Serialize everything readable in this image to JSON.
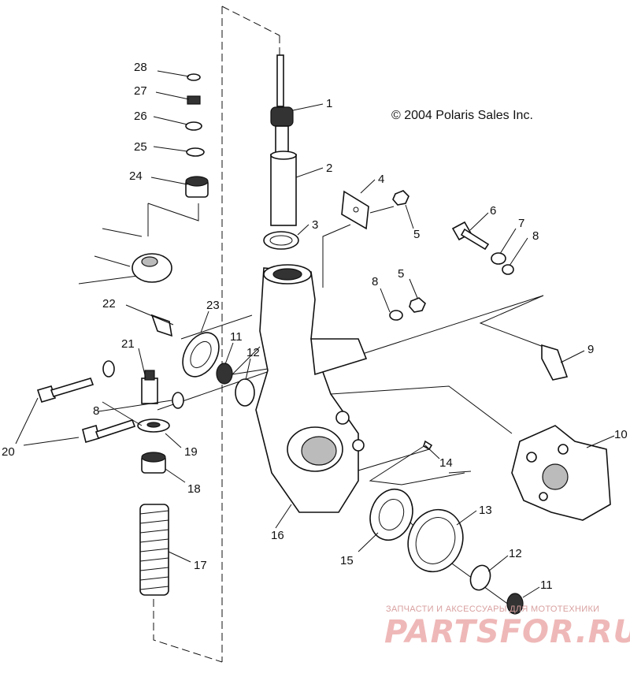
{
  "copyright": "© 2004 Polaris Sales Inc.",
  "watermark": {
    "subtitle": "ЗАПЧАСТИ И АКСЕССУАРЫ ДЛЯ МОТОТЕХНИКИ",
    "brand": "PARTSFOR.RU"
  },
  "callouts": [
    {
      "n": "1"
    },
    {
      "n": "2"
    },
    {
      "n": "3"
    },
    {
      "n": "4"
    },
    {
      "n": "5"
    },
    {
      "n": "5"
    },
    {
      "n": "6"
    },
    {
      "n": "7"
    },
    {
      "n": "8"
    },
    {
      "n": "8"
    },
    {
      "n": "8"
    },
    {
      "n": "9"
    },
    {
      "n": "10"
    },
    {
      "n": "11"
    },
    {
      "n": "11"
    },
    {
      "n": "12"
    },
    {
      "n": "12"
    },
    {
      "n": "13"
    },
    {
      "n": "14"
    },
    {
      "n": "15"
    },
    {
      "n": "16"
    },
    {
      "n": "17"
    },
    {
      "n": "18"
    },
    {
      "n": "19"
    },
    {
      "n": "20"
    },
    {
      "n": "21"
    },
    {
      "n": "22"
    },
    {
      "n": "23"
    },
    {
      "n": "24"
    },
    {
      "n": "25"
    },
    {
      "n": "26"
    },
    {
      "n": "27"
    },
    {
      "n": "28"
    }
  ]
}
